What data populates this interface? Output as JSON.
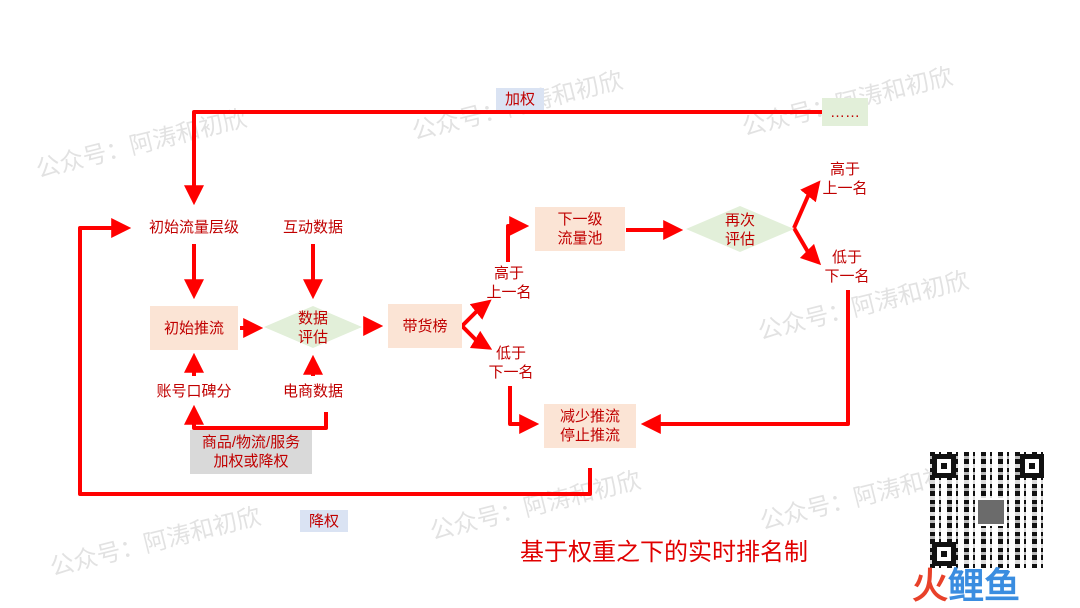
{
  "nodes": {
    "initial_traffic": "初始流量层级",
    "interaction_data": "互动数据",
    "initial_push": "初始推流",
    "data_eval": "数据\n评估",
    "sales_board": "带货榜",
    "next_pool": "下一级\n流量池",
    "re_eval": "再次\n评估",
    "ellipsis": "……",
    "account_reputation": "账号口碑分",
    "ecommerce_data": "电商数据",
    "goods_logistics": "商品/物流/服务\n加权或降权",
    "reduce_push": "减少推流\n停止推流"
  },
  "labels": {
    "higher_1": "高于\n上一名",
    "lower_1": "低于\n下一名",
    "higher_2": "高于\n上一名",
    "lower_2": "低于\n下一名",
    "weight_up": "加权",
    "weight_down": "降权"
  },
  "watermark": "公众号：阿涛和初欣",
  "title": "基于权重之下的实时排名制",
  "brand": {
    "part1": "火",
    "part2": "鲤鱼"
  },
  "colors": {
    "arrow": "#ff0000",
    "text": "#c00000",
    "box_pink": "#fbe4d5",
    "box_green": "#e2efd9",
    "box_grey": "#d9d9d9",
    "box_blue": "#dae3f3"
  }
}
